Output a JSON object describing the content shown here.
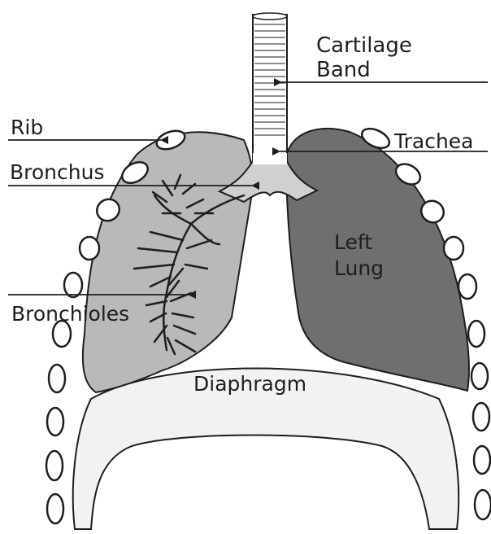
{
  "diagram": {
    "labels": {
      "cartilage_band_line1": "Cartilage",
      "cartilage_band_line2": "Band",
      "rib": "Rib",
      "trachea": "Trachea",
      "bronchus": "Bronchus",
      "left_lung_line1": "Left",
      "left_lung_line2": "Lung",
      "bronchioles": "Bronchioles",
      "diaphragm": "Diaphragm"
    },
    "colors": {
      "right_lung_fill": "#b9b9b9",
      "left_lung_fill": "#6f6f6f",
      "diaphragm_fill": "#f2f2f2",
      "outline": "#1e1e1e",
      "background": "#ffffff"
    }
  }
}
